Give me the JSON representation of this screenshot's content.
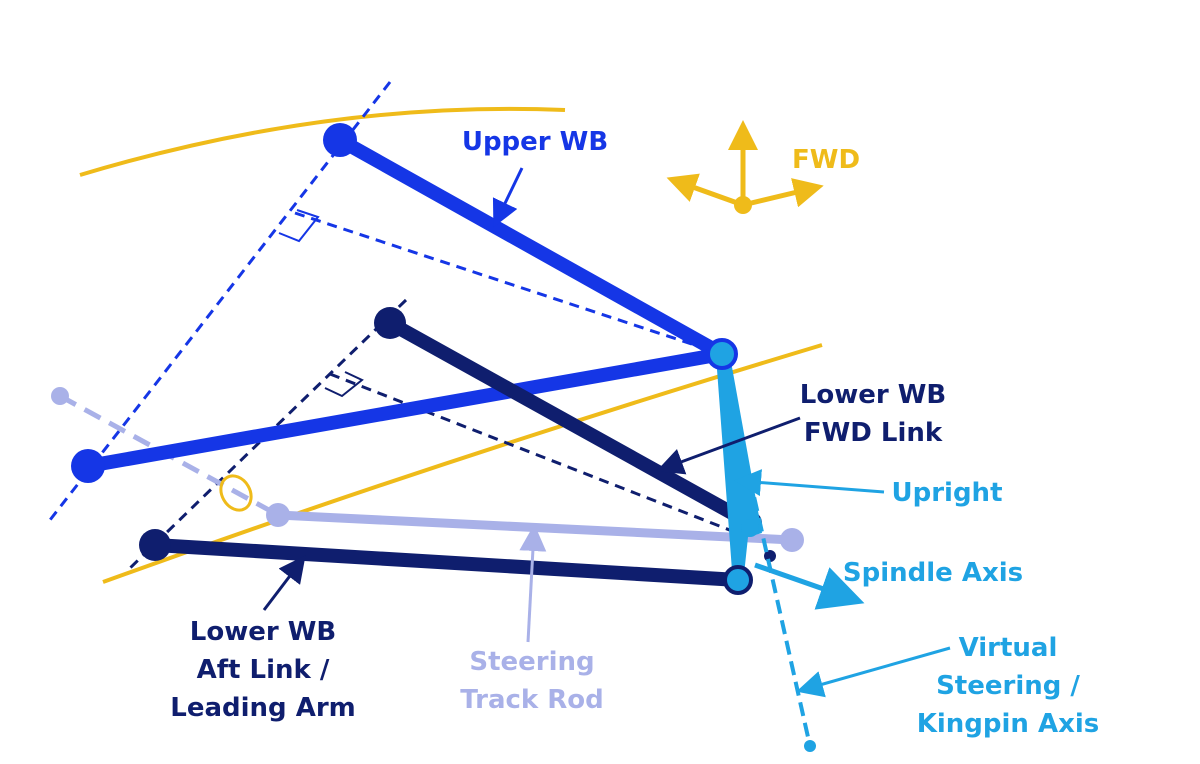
{
  "labels": {
    "upper_wb": "Upper WB",
    "fwd": "FWD",
    "lower_fwd_1": "Lower WB",
    "lower_fwd_2": "FWD Link",
    "upright": "Upright",
    "spindle": "Spindle Axis",
    "aft_1": "Lower WB",
    "aft_2": "Aft Link /",
    "aft_3": "Leading Arm",
    "steer_1": "Steering",
    "steer_2": "Track Rod",
    "virtual_1": "Virtual",
    "virtual_2": "Steering /",
    "virtual_3": "Kingpin Axis"
  },
  "colors": {
    "upper": "#1536e6",
    "lower": "#0f1e6e",
    "steering": "#a9b1e8",
    "upright": "#1fa3e3",
    "gold": "#efbb1a"
  }
}
